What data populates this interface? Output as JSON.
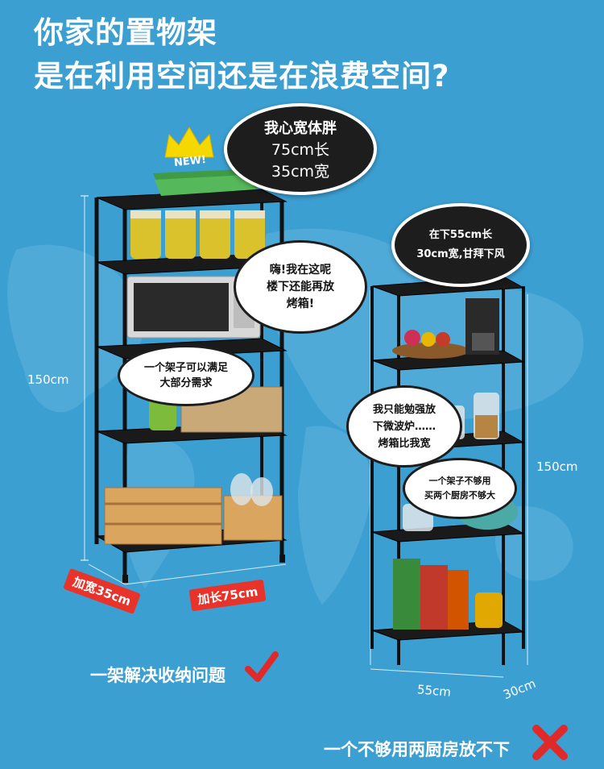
{
  "headline": {
    "line1": "你家的置物架",
    "line2": "是在利用空间还是在浪费空间?"
  },
  "badge": {
    "text": "NEW!"
  },
  "big_shelf": {
    "bubble": {
      "line1": "我心宽体胖",
      "line2": "75cm长",
      "line3": "35cm宽"
    },
    "cloud_top": {
      "line1": "嗨!我在这呢",
      "line2": "楼下还能再放",
      "line3": "烤箱!"
    },
    "cloud_mid": {
      "line1": "一个架子可以满足",
      "line2": "大部分需求"
    },
    "height_label": "150cm",
    "width_tag": "加宽35cm",
    "length_tag": "加长75cm",
    "verdict": "一架解决收纳问题"
  },
  "small_shelf": {
    "bubble": {
      "line1": "在下55cm长",
      "line2": "30cm宽,甘拜下风"
    },
    "cloud_mid": {
      "line1": "我只能勉强放",
      "line2": "下微波炉……",
      "line3": "烤箱比我宽"
    },
    "cloud_low": {
      "line1": "一个架子不够用",
      "line2": "买两个厨房不够大"
    },
    "height_label": "150cm",
    "length_label": "55cm",
    "width_label": "30cm",
    "verdict": "一个不够用两厨房放不下"
  },
  "colors": {
    "background": "#3c9fd2",
    "accent_red": "#e8332b",
    "check_red": "#e02a2a",
    "bubble_dark": "#1d1d1d"
  },
  "icons": [
    "crown-icon",
    "check-icon",
    "cross-icon"
  ]
}
